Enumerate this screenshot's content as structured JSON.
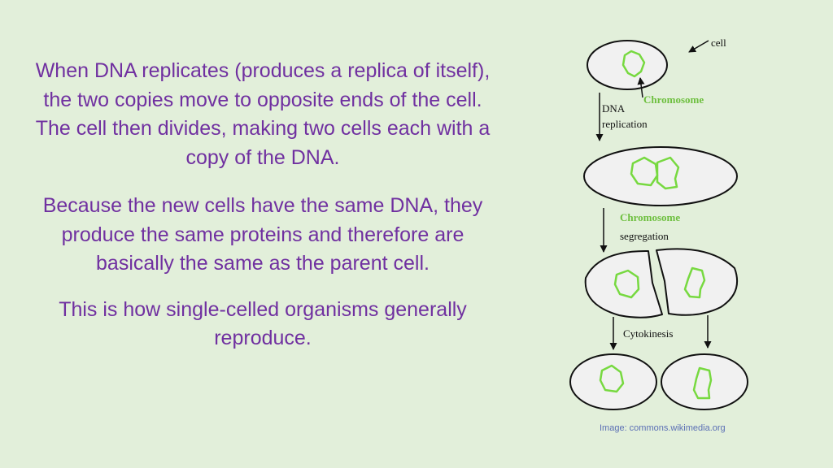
{
  "paragraphs": [
    "When DNA replicates (produces a replica of itself), the two copies move to opposite ends of the cell. The cell then divides, making two cells each with a copy of the DNA.",
    "Because the new cells have the same DNA, they produce the same proteins and therefore are basically the same as the parent cell.",
    "This is how single-celled organisms generally reproduce."
  ],
  "diagram": {
    "labels": {
      "cell": "cell",
      "chromosome_1": "Chromosome",
      "dna_line1": "DNA",
      "dna_line2": "replication",
      "chromosome_2": "Chromosome",
      "segregation": "segregation",
      "cytokinesis": "Cytokinesis"
    },
    "colors": {
      "chromosome": "#77d940",
      "chromosome_label": "#6dbf3e",
      "cell_fill": "#f1f1f1",
      "outline": "#111111"
    }
  },
  "credit": "Image: commons.wikimedia.org",
  "colors": {
    "text": "#7030a0",
    "background": "#e2efda"
  }
}
